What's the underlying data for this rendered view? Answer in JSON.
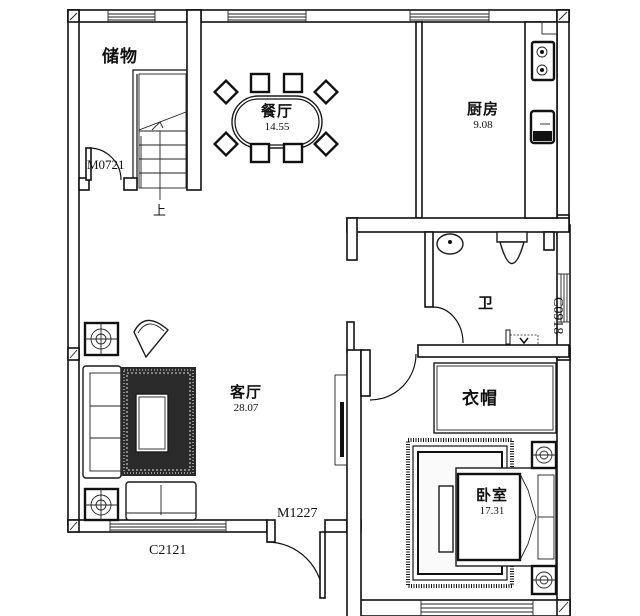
{
  "plan": {
    "type": "floor-plan",
    "stroke_color": "#111111",
    "background": "#ffffff"
  },
  "rooms": {
    "storage": {
      "name": "储物"
    },
    "dining": {
      "name": "餐厅",
      "area": "14.55"
    },
    "kitchen": {
      "name": "厨房",
      "area": "9.08"
    },
    "bathroom": {
      "name": "卫"
    },
    "living": {
      "name": "客厅",
      "area": "28.07"
    },
    "wardrobe": {
      "name": "衣帽"
    },
    "bedroom": {
      "name": "卧室",
      "area": "17.31"
    }
  },
  "stair": {
    "direction_label": "上"
  },
  "openings": {
    "storage_door": "M0721",
    "entry_door": "M1227",
    "living_window": "C2121",
    "bath_window": "C0918"
  }
}
